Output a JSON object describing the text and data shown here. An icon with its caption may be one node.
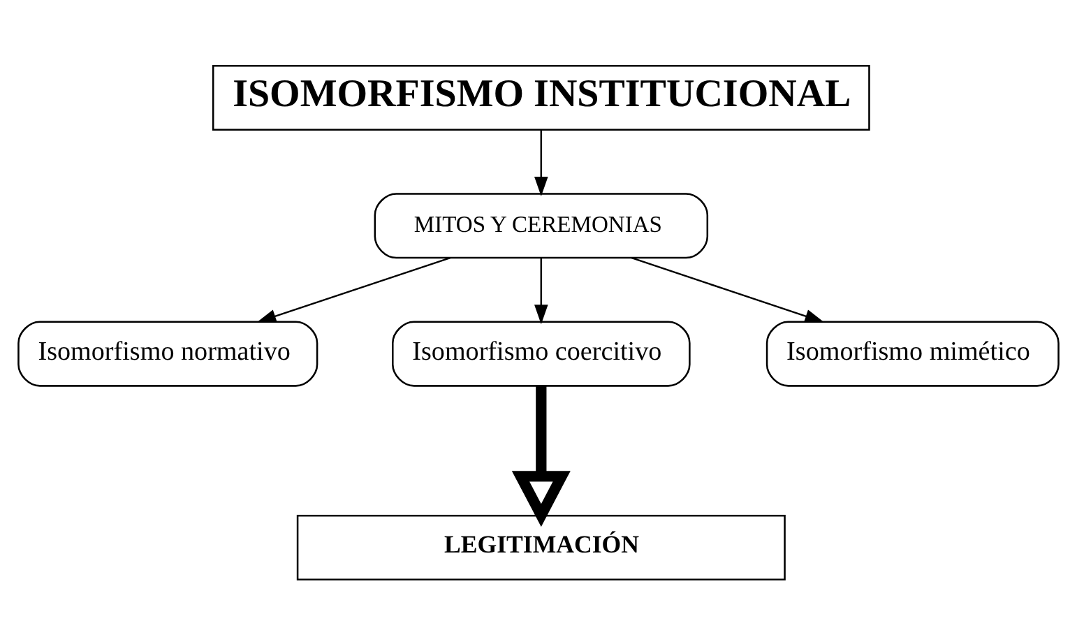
{
  "diagram": {
    "nodes": [
      {
        "text": [
          "ISOMORFISMO INSTITUCIONAL"
        ]
      },
      {
        "text": [
          "MITOS Y CEREMONIAS"
        ]
      },
      {
        "text": [
          "Isomorfismo normativo"
        ]
      },
      {
        "text": [
          "Isomorfismo coercitivo"
        ]
      },
      {
        "text": [
          "Isomorfismo mimético"
        ]
      },
      {
        "text": [
          "LEGITIMACIÓN"
        ]
      }
    ],
    "edges": [
      {
        "from": 0,
        "to": 1,
        "arrow": "to"
      },
      {
        "from": 1,
        "to": 2,
        "arrow": "to"
      },
      {
        "from": 1,
        "to": 3,
        "arrow": "to"
      },
      {
        "from": 1,
        "to": 4,
        "arrow": "to"
      },
      {
        "from": 3,
        "to": 5,
        "arrow": "to",
        "style": "thick"
      }
    ]
  }
}
